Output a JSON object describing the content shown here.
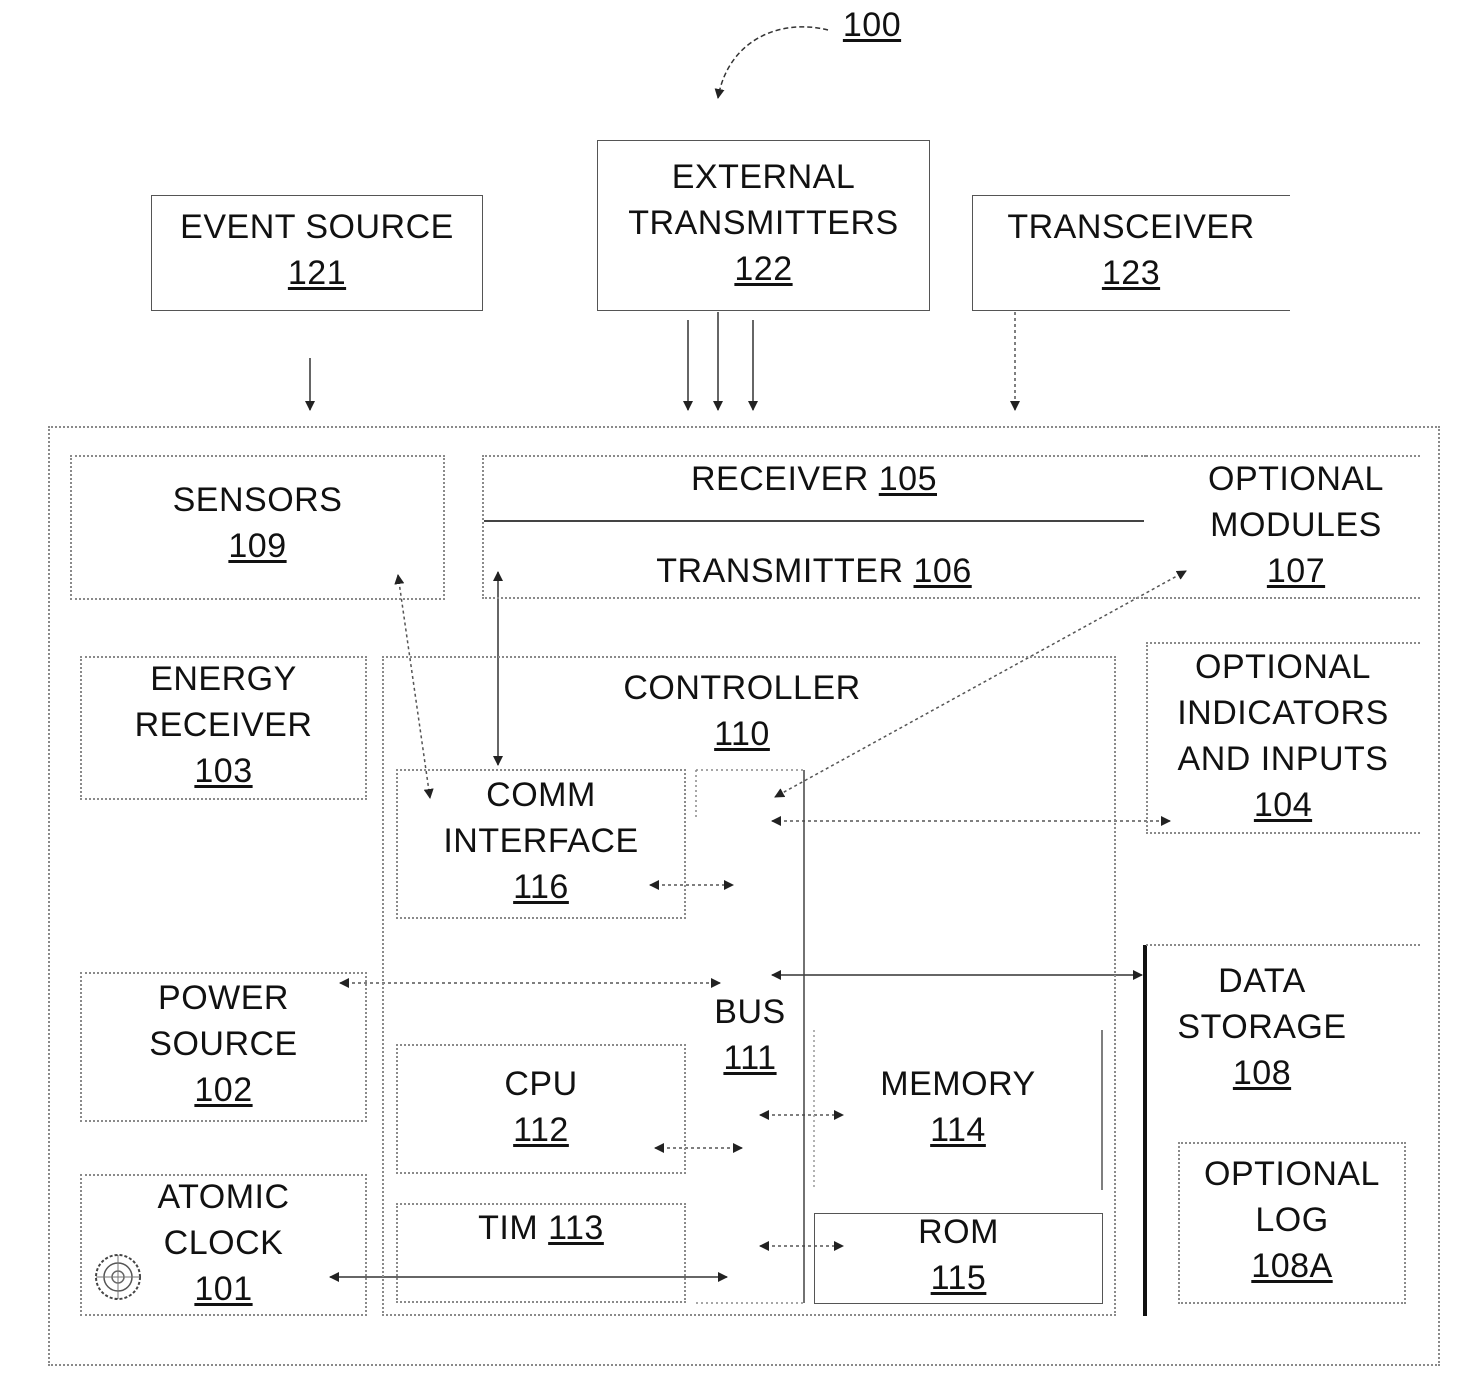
{
  "figure_ref": "100",
  "event_source": {
    "line1": "EVENT SOURCE",
    "ref": "121"
  },
  "external_transmitters": {
    "line1": "EXTERNAL",
    "line2": "TRANSMITTERS",
    "ref": "122"
  },
  "transceiver": {
    "line1": "TRANSCEIVER",
    "ref": "123"
  },
  "sensors": {
    "line1": "SENSORS",
    "ref": "109"
  },
  "receiver": {
    "line1": "RECEIVER",
    "ref": "105"
  },
  "transmitter": {
    "line1": "TRANSMITTER",
    "ref": "106"
  },
  "optional_modules": {
    "line1": "OPTIONAL",
    "line2": "MODULES",
    "ref": "107"
  },
  "energy_receiver": {
    "line1": "ENERGY",
    "line2": "RECEIVER",
    "ref": "103"
  },
  "controller": {
    "line1": "CONTROLLER",
    "ref": "110"
  },
  "optional_indicators": {
    "line1": "OPTIONAL",
    "line2": "INDICATORS",
    "line3": "AND INPUTS",
    "ref": "104"
  },
  "comm_interface": {
    "line1": "COMM",
    "line2": "INTERFACE",
    "ref": "116"
  },
  "power_source": {
    "line1": "POWER",
    "line2": "SOURCE",
    "ref": "102"
  },
  "bus": {
    "line1": "BUS",
    "ref": "111"
  },
  "data_storage": {
    "line1": "DATA",
    "line2": "STORAGE",
    "ref": "108"
  },
  "cpu": {
    "line1": "CPU",
    "ref": "112"
  },
  "memory": {
    "line1": "MEMORY",
    "ref": "114"
  },
  "optional_log": {
    "line1": "OPTIONAL",
    "line2": "LOG",
    "ref": "108A"
  },
  "atomic_clock": {
    "line1": "ATOMIC",
    "line2": "CLOCK",
    "ref": "101"
  },
  "tim": {
    "line1": "TIM",
    "ref": "113"
  },
  "rom": {
    "line1": "ROM",
    "ref": "115"
  },
  "colors": {
    "line": "#333333",
    "dotted": "#8a8a8a",
    "text": "#111111"
  }
}
